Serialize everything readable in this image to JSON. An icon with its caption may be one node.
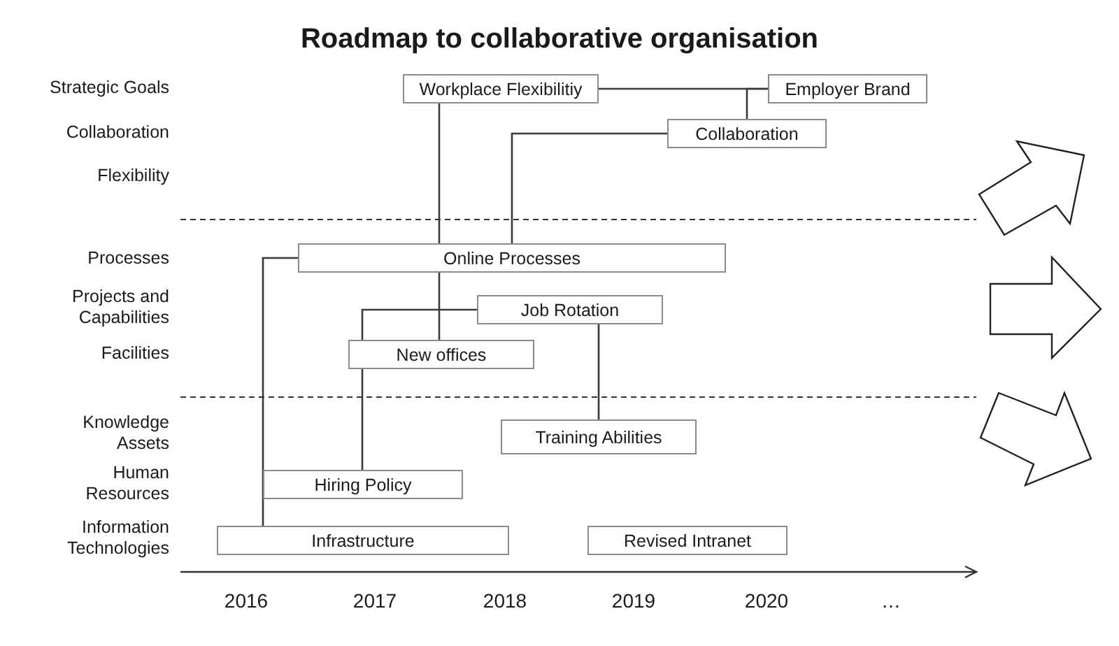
{
  "diagram": {
    "title": "Roadmap to collaborative organisation",
    "nodes": [
      {
        "text": [
          "Workplace Flexibilitiy"
        ]
      },
      {
        "text": [
          "Employer Brand"
        ]
      },
      {
        "text": [
          "Collaboration"
        ]
      },
      {
        "text": [
          "Online Processes"
        ]
      },
      {
        "text": [
          "Job Rotation"
        ]
      },
      {
        "text": [
          "New offices"
        ]
      },
      {
        "text": [
          "Training Abilities"
        ]
      },
      {
        "text": [
          "Hiring Policy"
        ]
      },
      {
        "text": [
          "Infrastructure"
        ]
      },
      {
        "text": [
          "Revised Intranet"
        ]
      }
    ],
    "edges": [
      {
        "from": 0,
        "to": 1,
        "arrow": "none"
      },
      {
        "from": 2,
        "to": 1,
        "arrow": "none"
      },
      {
        "from": 0,
        "to": 3,
        "arrow": "none"
      },
      {
        "from": 2,
        "to": 3,
        "arrow": "none"
      },
      {
        "from": 3,
        "to": 5,
        "arrow": "none"
      },
      {
        "from": 3,
        "to": 8,
        "arrow": "none"
      },
      {
        "from": 4,
        "to": 5,
        "arrow": "none"
      },
      {
        "from": 5,
        "to": 7,
        "arrow": "none"
      },
      {
        "from": 4,
        "to": 6,
        "arrow": "none"
      }
    ],
    "labels": [
      "Strategic Goals",
      "Collaboration",
      "Flexibility",
      "Processes",
      "Projects and Capabilities",
      "Facilities",
      "Knowledge Assets",
      "Human Resources",
      "Information Technologies",
      "2016",
      "2017",
      "2018",
      "2019",
      "2020",
      "…"
    ]
  }
}
